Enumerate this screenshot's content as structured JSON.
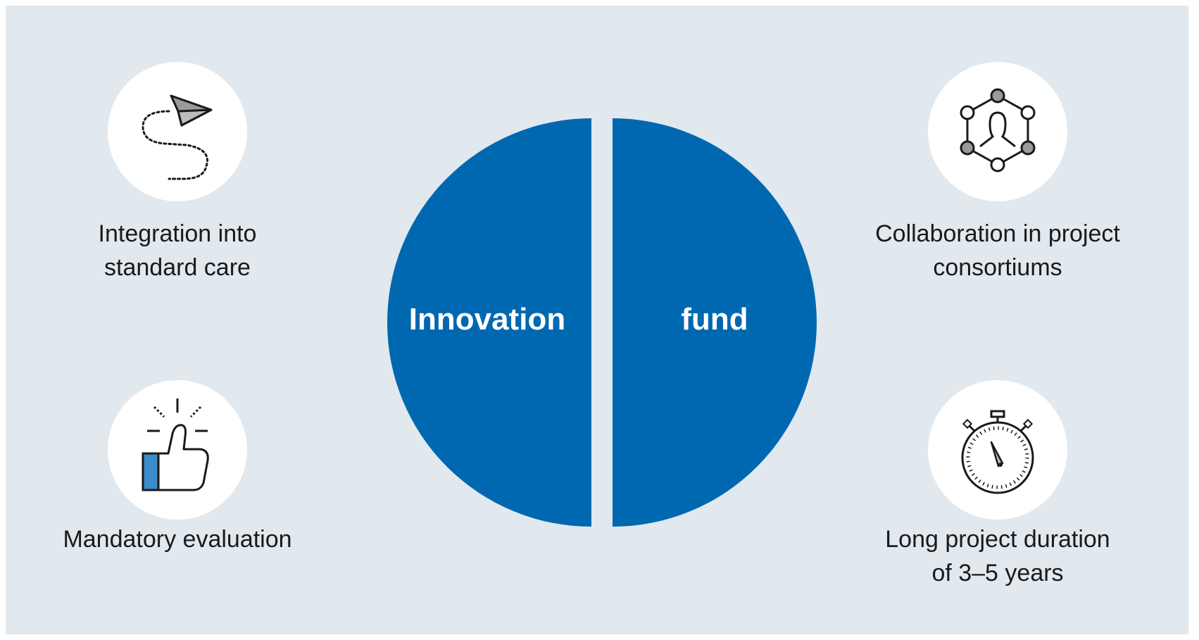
{
  "colors": {
    "background": "#e1e8ee",
    "accent": "#0068b0",
    "circle": "#ffffff",
    "text": "#1a1a1a"
  },
  "center": {
    "left_label": "Innovation",
    "right_label": "fund"
  },
  "features": [
    {
      "label": "Integration into\nstandard care",
      "icon": "paper-plane-path-icon"
    },
    {
      "label": "Mandatory evaluation",
      "icon": "thumbs-up-icon"
    },
    {
      "label": "Collaboration in project\nconsortiums",
      "icon": "network-person-icon"
    },
    {
      "label": "Long project duration\nof 3–5 years",
      "icon": "stopwatch-icon"
    }
  ]
}
